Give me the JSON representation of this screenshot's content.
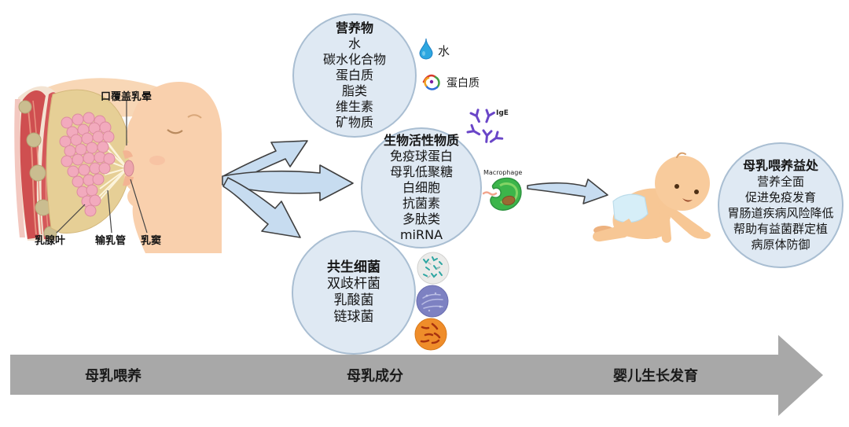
{
  "anatomy": {
    "label_mouth_areola": "口覆盖乳晕",
    "label_mammary_lobe": "乳腺叶",
    "label_milk_duct": "输乳管",
    "label_milk_sinus": "乳窦"
  },
  "circles": {
    "nutrients": {
      "title": "营养物",
      "items": [
        "水",
        "碳水化合物",
        "蛋白质",
        "脂类",
        "维生素",
        "矿物质"
      ]
    },
    "bioactive": {
      "title": "生物活性物质",
      "items": [
        "免疫球蛋白",
        "母乳低聚糖",
        "白细胞",
        "抗菌素",
        "多肽类",
        "miRNA"
      ]
    },
    "bacteria": {
      "title": "共生细菌",
      "items": [
        "双歧杆菌",
        "乳酸菌",
        "链球菌"
      ]
    },
    "benefits": {
      "title": "母乳喂养益处",
      "items": [
        "营养全面",
        "促进免疫发育",
        "胃肠道疾病风险降低",
        "帮助有益菌群定植",
        "病原体防御"
      ]
    }
  },
  "icons": {
    "water": "水",
    "protein": "蛋白质",
    "antibody": "IgE",
    "macrophage": "Macrophage"
  },
  "timeline": {
    "stages": [
      "母乳喂养",
      "母乳成分",
      "婴儿生长发育"
    ]
  },
  "colors": {
    "circle_fill": "#dfe9f3",
    "circle_border": "#a9bed2",
    "arrow_blue_fill": "#c7dcf0",
    "arrow_blue_stroke": "#3f3f3f",
    "timeline_gray": "#a8a8a8",
    "water_blue": "#2ea7e0",
    "antibody_purple": "#6a46c8",
    "macrophage_green": "#3cb54a",
    "bacteria_teal": "#2fa6a2",
    "bacteria_purple": "#7d81c2",
    "bacteria_orange": "#ef8d2a",
    "skin_tone": "#f7c795",
    "lobule_pink": "#f2aabd",
    "muscle_red": "#cf4f50",
    "breast_tan": "#e6cf96",
    "diaper_blue": "#d6eef8"
  }
}
